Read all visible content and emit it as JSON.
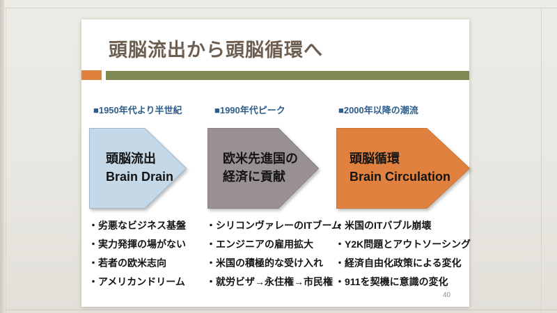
{
  "slide": {
    "title": "頭脳流出から頭脳循環へ",
    "page_number": "40",
    "colors": {
      "title_text": "#6d5e50",
      "accent_orange": "#e0813d",
      "accent_olive": "#7f8a52",
      "header_blue": "#2e5d8c",
      "arrow_blue_fill": "#c4d8e8",
      "arrow_gray_fill": "#989094",
      "arrow_orange_fill": "#e08140",
      "body_text": "#141414",
      "background": "#e9e7e1"
    },
    "columns": [
      {
        "header": "■1950年代より半世紀",
        "arrow_lines": [
          "頭脳流出",
          "Brain Drain"
        ],
        "bullets": [
          "・劣悪なビジネス基盤",
          "・実力発揮の場がない",
          "・若者の欧米志向",
          "・アメリカンドリーム"
        ]
      },
      {
        "header": "■1990年代ピーク",
        "arrow_lines": [
          "欧米先進国の",
          "経済に貢献"
        ],
        "bullets": [
          "・シリコンヴァレーのITブーム",
          "・エンジニアの雇用拡大",
          "・米国の積極的な受け入れ",
          "・就労ビザ→永住権→市民権"
        ]
      },
      {
        "header": "■2000年以降の潮流",
        "arrow_lines": [
          "頭脳循環",
          "Brain Circulation"
        ],
        "bullets": [
          "・米国のITバブル崩壊",
          "・Y2K問題とアウトソーシング",
          "・経済自由化政策による変化",
          "・911を契機に意識の変化"
        ]
      }
    ]
  }
}
